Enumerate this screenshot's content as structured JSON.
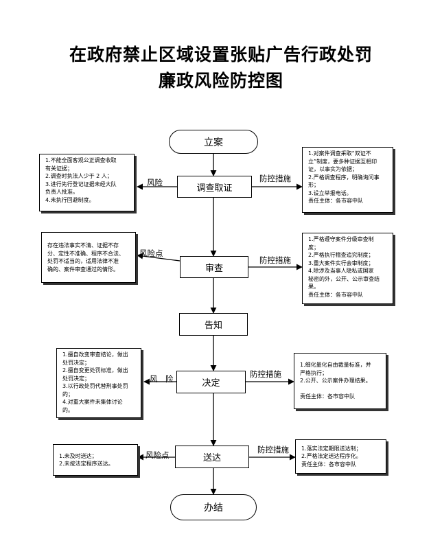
{
  "title": {
    "line1": "在政府禁止区域设置张贴广告行政处罚",
    "line2": "廉政风险防控图"
  },
  "nodes": {
    "start": "立案",
    "investigate": "调查取证",
    "review": "审查",
    "notify": "告知",
    "decide": "决定",
    "deliver": "送达",
    "end": "办结"
  },
  "labels": {
    "risk_1": "风险",
    "control_1": "防控措施",
    "risk_2": "风险点",
    "control_2": "防控措施",
    "risk_3": "风　险",
    "control_3": "防控措施",
    "risk_4": "风险点",
    "control_4": "防控措施"
  },
  "risks": {
    "investigate": [
      "1.不能全面客观公正调查收取",
      "有关证据；",
      "2.调查时执法人少于 2 人；",
      "3.进行先行登记证据未经大队",
      "负责人批准。",
      "4.未执行回避制度。"
    ],
    "review": [
      "存在违法事实不清、证据不存",
      "分、定性不准确、程序不合法、",
      "处罚不适当的，适用法律不准",
      "确的、案件审查通过的情形。"
    ],
    "decide": [
      "1.擅自改变审查结论，做出",
      "处罚决定；",
      "2.擅自变更处罚标准，做出",
      "处罚决定；",
      "3.以行政处罚代替刑事处罚",
      "的；",
      "4.对重大案件未集体讨论",
      "的。"
    ],
    "deliver": [
      "1.未及时送达；",
      "2.未按法定程序送达。"
    ]
  },
  "controls": {
    "investigate": [
      "1.对案件调查采取“双证不",
      "立”制度，要多种证据互相印",
      "证，以事实为依据；",
      "2.严格调查程序，明确询问事",
      "形；",
      "3.设立举报电话。",
      "责任主体：各市容中队"
    ],
    "review": [
      "1.严格遵守案件分级审查制",
      "度；",
      "2.严格执行稽查追究制度；",
      "3.重大案件实行会审制度；",
      "4.除涉及当事人隐私或国家",
      "秘密的外，公开、公示审查结",
      "果。",
      "责任主体：各市容中队"
    ],
    "decide": [
      "1.细化量化自由裁量标准，并",
      "严格执行；",
      "2.公开、公示案件办理结果。",
      "",
      "责任主体：各市容中队"
    ],
    "deliver": [
      "1.落实法定期限送达制；",
      "2.严格法定送达程序化。",
      "责任主体：各市容中队"
    ]
  }
}
